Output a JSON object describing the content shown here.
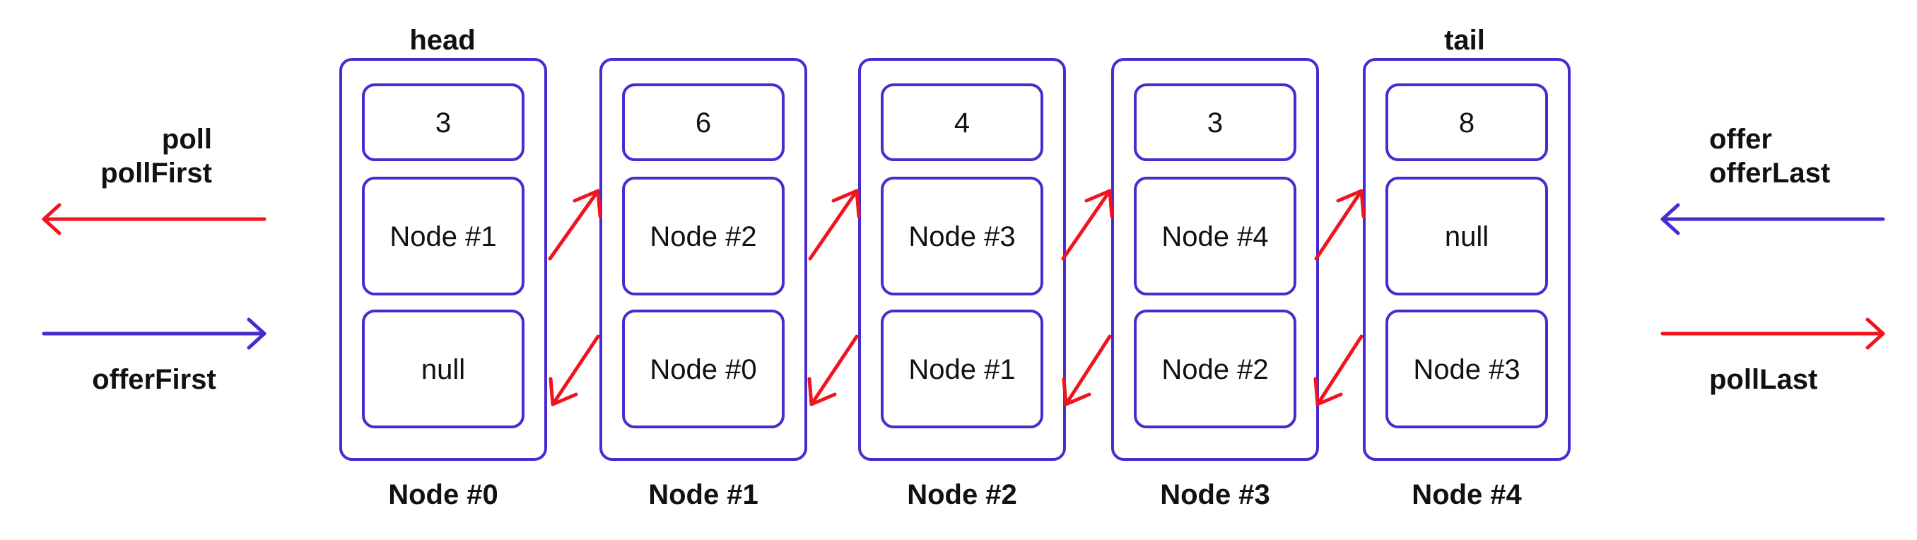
{
  "colors": {
    "node_border": "#4a2bcf",
    "link_arrow": "#f0141e",
    "blue_arrow": "#4a2bcf",
    "text": "#111111"
  },
  "labels": {
    "head": "head",
    "tail": "tail"
  },
  "nodes": [
    {
      "name": "Node #0",
      "value": "3",
      "next": "Node #1",
      "prev": "null"
    },
    {
      "name": "Node #1",
      "value": "6",
      "next": "Node #2",
      "prev": "Node #0"
    },
    {
      "name": "Node #2",
      "value": "4",
      "next": "Node #3",
      "prev": "Node #1"
    },
    {
      "name": "Node #3",
      "value": "3",
      "next": "Node #4",
      "prev": "Node #2"
    },
    {
      "name": "Node #4",
      "value": "8",
      "next": "null",
      "prev": "Node #3"
    }
  ],
  "operations": {
    "left_poll": [
      "poll",
      "pollFirst"
    ],
    "left_offer": "offerFirst",
    "right_offer": [
      "offer",
      "offerLast"
    ],
    "right_poll": "pollLast"
  }
}
